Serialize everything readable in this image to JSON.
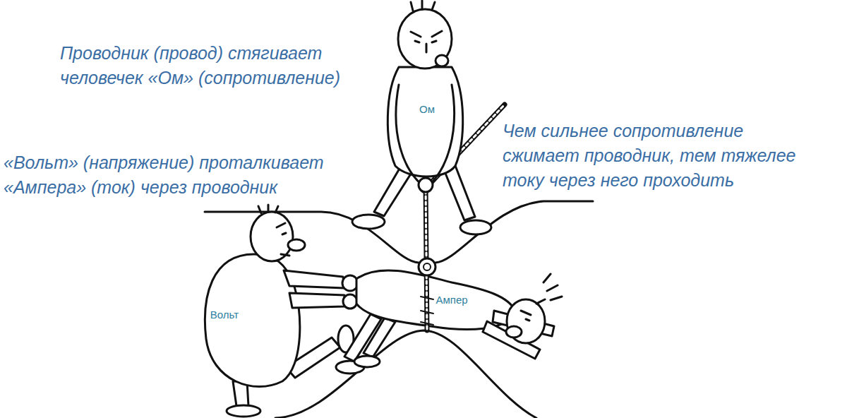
{
  "diagram": {
    "labels": [
      "Проводник (провод) стягивает человечек «Ом» (сопротивление)",
      "«Вольт» (напряжение) проталкивает «Ампера» (ток) через проводник",
      "Чем сильнее сопротивление сжимает проводник, тем тяжелее току через него проходить",
      "Ом",
      "Вольт",
      "Ампер"
    ]
  }
}
